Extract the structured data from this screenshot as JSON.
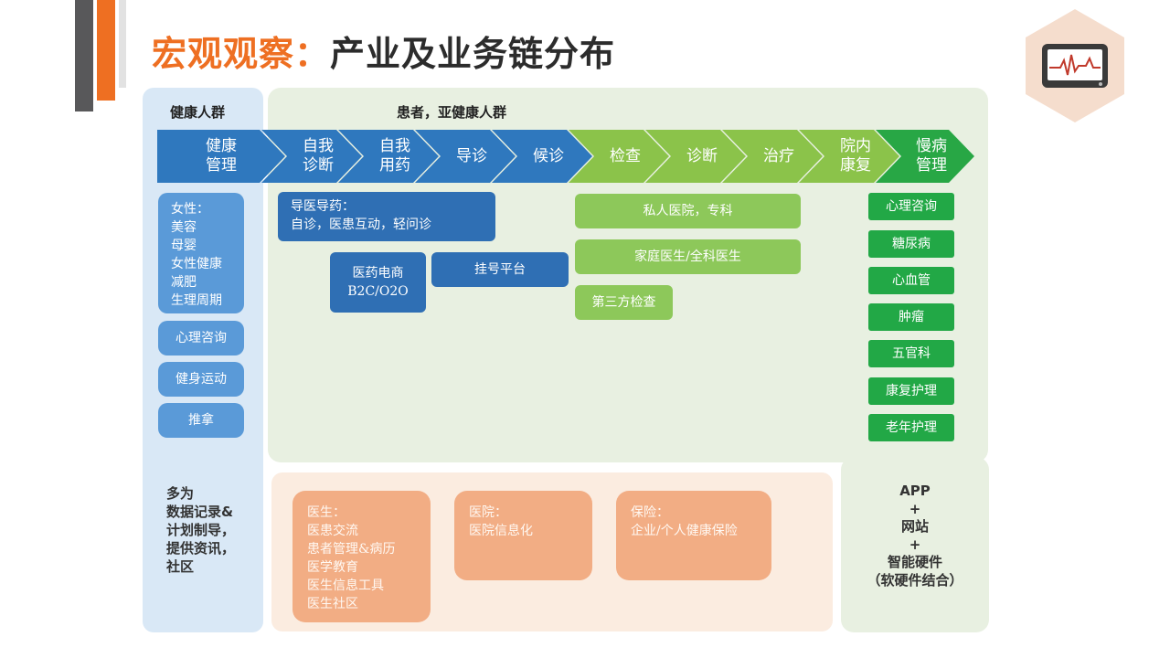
{
  "title": {
    "highlight": "宏观观察：",
    "rest": "产业及业务链分布"
  },
  "icon": {
    "name": "heart-monitor-icon",
    "color": "#c0392b"
  },
  "groups": {
    "healthy": "健康人群",
    "patients": "患者，亚健康人群"
  },
  "chain": [
    {
      "label": "健康\n管理",
      "color": "blue"
    },
    {
      "label": "自我\n诊断",
      "color": "blue"
    },
    {
      "label": "自我\n用药",
      "color": "blue"
    },
    {
      "label": "导诊",
      "color": "blue"
    },
    {
      "label": "候诊",
      "color": "blue"
    },
    {
      "label": "检查",
      "color": "lgreen"
    },
    {
      "label": "诊断",
      "color": "lgreen"
    },
    {
      "label": "治疗",
      "color": "lgreen"
    },
    {
      "label": "院内\n康复",
      "color": "lgreen"
    },
    {
      "label": "慢病\n管理",
      "color": "dgreen"
    }
  ],
  "left": {
    "women": "女性：\n美容\n母婴\n女性健康\n减肥\n生理周期",
    "psych": "心理咨询",
    "fitness": "健身运动",
    "massage": "推拿",
    "note": "多为\n数据记录&\n计划制导，\n提供资讯，\n社区"
  },
  "mid": {
    "guide": "导医导药：\n自诊，医患互动，轻问诊",
    "ecommerce": "医药电商\nB2C/O2O",
    "registration": "挂号平台",
    "private_hospital": "私人医院，专科",
    "family_doctor": "家庭医生/全科医生",
    "third_party": "第三方检查"
  },
  "right": {
    "items": [
      "心理咨询",
      "糖尿病",
      "心血管",
      "肿瘤",
      "五官科",
      "康复护理",
      "老年护理"
    ],
    "note": "APP\n+\n网站\n+\n智能硬件\n（软硬件结合）"
  },
  "bottom": {
    "doctor": "医生：\n医患交流\n患者管理&病历\n医学教育\n医生信息工具\n医生社区",
    "hospital": "医院：\n医院信息化",
    "insurance": "保险：\n企业/个人健康保险"
  }
}
